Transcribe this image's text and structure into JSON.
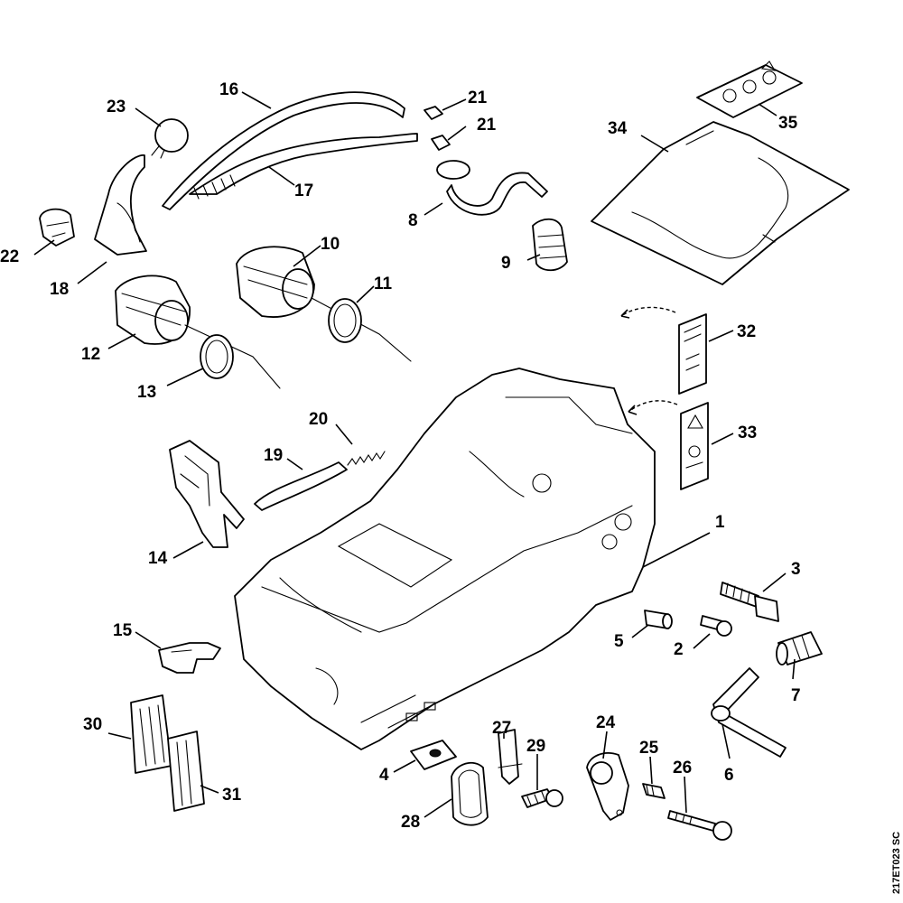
{
  "drawing_code": "217ET023 SC",
  "callouts": {
    "c1": "1",
    "c2": "2",
    "c3": "3",
    "c4": "4",
    "c5": "5",
    "c6": "6",
    "c7": "7",
    "c8": "8",
    "c9": "9",
    "c10": "10",
    "c11": "11",
    "c12": "12",
    "c13": "13",
    "c14": "14",
    "c15": "15",
    "c16": "16",
    "c17": "17",
    "c18": "18",
    "c19": "19",
    "c20": "20",
    "c21a": "21",
    "c21b": "21",
    "c22": "22",
    "c23": "23",
    "c24": "24",
    "c25": "25",
    "c26": "26",
    "c27": "27",
    "c28": "28",
    "c29": "29",
    "c30": "30",
    "c31": "31",
    "c32": "32",
    "c33": "33",
    "c34": "34",
    "c35": "35"
  }
}
